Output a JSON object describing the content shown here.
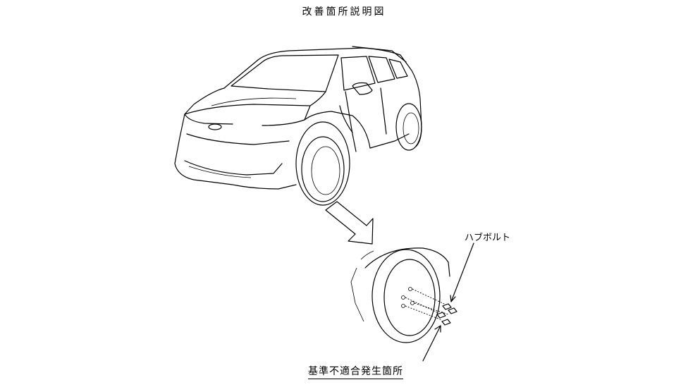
{
  "title": "改善箇所説明図",
  "labels": {
    "hub_bolt": "ハブボルト",
    "nonconformity_location": "基準不適合発生箇所"
  },
  "colors": {
    "line": "#000000",
    "background": "#ffffff"
  }
}
